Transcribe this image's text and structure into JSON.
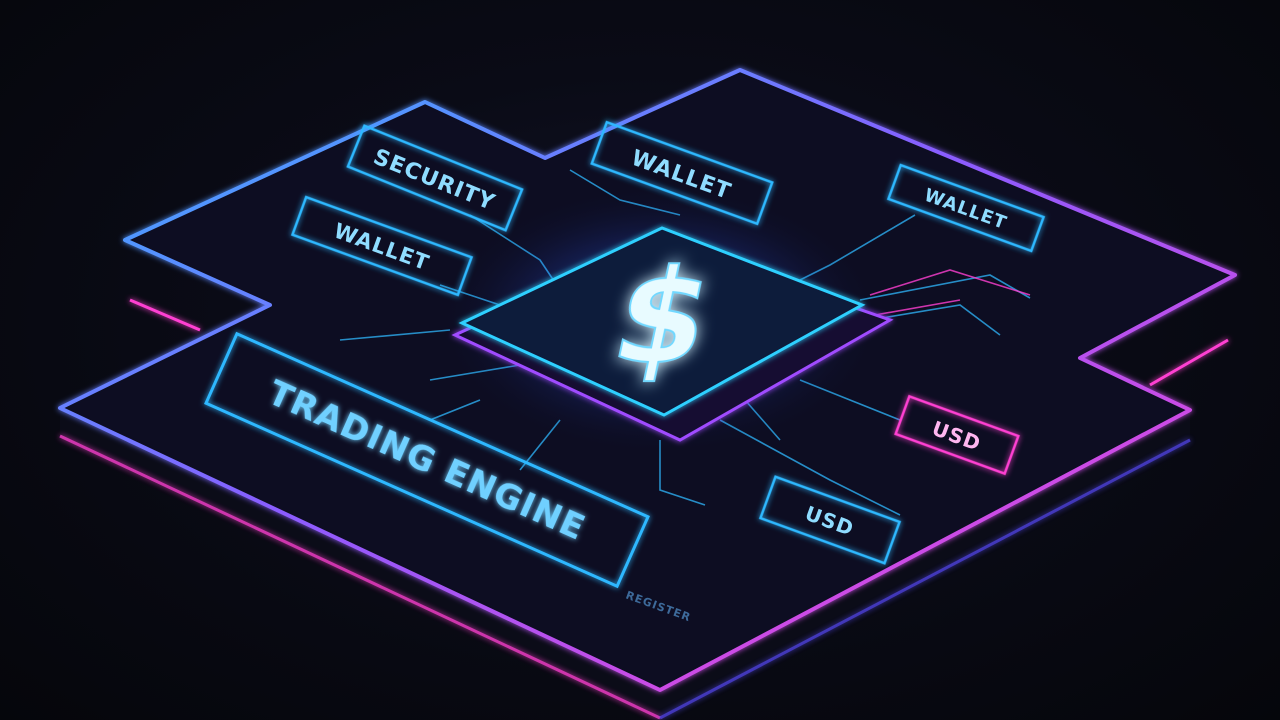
{
  "labels": {
    "security": "SECURITY",
    "wallet_top": "WALLET",
    "wallet_left": "WALLET",
    "wallet_right": "WALLET",
    "trading_engine": "TRADING ENGINE",
    "usd_right": "USD",
    "usd_bottom": "USD",
    "small_caption": "REGISTER"
  },
  "center_symbol": "$",
  "colors": {
    "cyan": "#2fb8ff",
    "magenta": "#ff3fd2",
    "violet": "#8b5cff",
    "background": "#06070d"
  }
}
